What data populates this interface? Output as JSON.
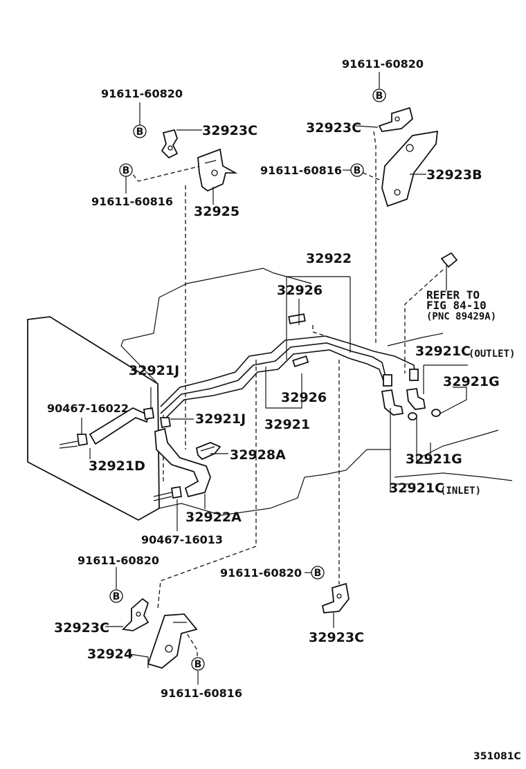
{
  "diagram": {
    "labels": {
      "l_91611_60820_tl": "91611-60820",
      "l_32923c_tl": "32923C",
      "l_91611_60816_tl": "91611-60816",
      "l_32925": "32925",
      "l_91611_60820_tr": "91611-60820",
      "l_32923c_tr": "32923C",
      "l_91611_60816_tr": "91611-60816",
      "l_32923b": "32923B",
      "l_32922": "32922",
      "l_32926_a": "32926",
      "l_refer1": "REFER TO",
      "l_refer2": "FIG 84-10",
      "l_refer3": "(PNC 89429A)",
      "l_32921c_out": "32921C",
      "l_outlet": "(OUTLET)",
      "l_32921g_a": "32921G",
      "l_32921j_a": "32921J",
      "l_90467_16022": "90467-16022",
      "l_32921j_b": "32921J",
      "l_32926_b": "32926",
      "l_32921": "32921",
      "l_32921d": "32921D",
      "l_32928a": "32928A",
      "l_32921g_b": "32921G",
      "l_32921c_in": "32921C",
      "l_inlet": "(INLET)",
      "l_32922a": "32922A",
      "l_90467_16013": "90467-16013",
      "l_91611_60820_bl": "91611-60820",
      "l_32923c_bl": "32923C",
      "l_32924": "32924",
      "l_91611_60816_bl": "91611-60816",
      "l_91611_60820_bc": "91611-60820",
      "l_32923c_bc": "32923C",
      "l_ref_code": "351081C",
      "b_marker": "B"
    }
  }
}
